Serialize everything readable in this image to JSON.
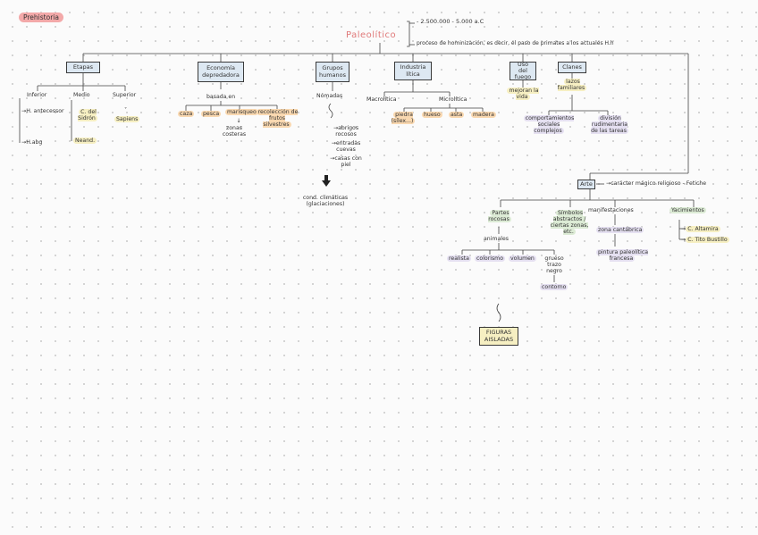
{
  "page_label": "Prehistoria",
  "root": {
    "title": "Paleolítico",
    "note_dates": "- 2.500.000 - 5.000 a.C",
    "note_process": "proceso de hominización, es decir, el paso de primates a los actuales H.h"
  },
  "branches": {
    "etapas": {
      "label": "Etapas",
      "inferior": "Inferior",
      "inferior_sub": "H. antecessor",
      "inferior_sub2": "H.abg",
      "medio": "Medio",
      "medio_sub": "C. del Sidrón",
      "medio_sub2": "Neand.",
      "superior": "Superior",
      "superior_sub": "Sapiens"
    },
    "economia": {
      "label": "Economía depredadora",
      "basada": "basada en",
      "items": [
        "caza",
        "pesca",
        "marisqueo",
        "recolección de frutos silvestres"
      ],
      "marisqueo_sub": "zonas costeras"
    },
    "grupos": {
      "label": "Grupos humanos",
      "nomadas": "Nómadas",
      "items": [
        "abrigos rocosos",
        "entradas cuevas",
        "casas con piel"
      ],
      "conclusion": "cond. climáticas (glaciaciones)"
    },
    "industria": {
      "label": "Industria lítica",
      "mayor": "Macrolítica",
      "pequena": "Microlítica",
      "items": [
        "piedra (sílex...)",
        "hueso",
        "asta",
        "madera"
      ]
    },
    "fuego": {
      "label": "Uso del fuego",
      "sub": "mejoran la vida"
    },
    "clanes": {
      "label": "Clanes",
      "sub": "lazos familiares",
      "comp": "comportamientos sociales complejos",
      "div": "división rudimentaria de las tareas"
    },
    "arte": {
      "label": "Arte",
      "caracter": "carácter mágico religioso - Fetiche",
      "partes": "Partes rocosas",
      "animales": "animales",
      "estilo": [
        "realista",
        "colorismo",
        "volumen",
        "grueso trazo negro"
      ],
      "contorno": "contorno",
      "figuras": "FIGURAS AISLADAS",
      "simbolos": "Símbolos abstractos / ciertas zonas, etc.",
      "manifestaciones": "manifestaciones",
      "zona": "zona cantábrica",
      "pintura": "pintura paleolítica francesa",
      "yacimientos": "Yacimientos",
      "y1": "C. Altamira",
      "y2": "C. Tito Bustillo"
    }
  }
}
